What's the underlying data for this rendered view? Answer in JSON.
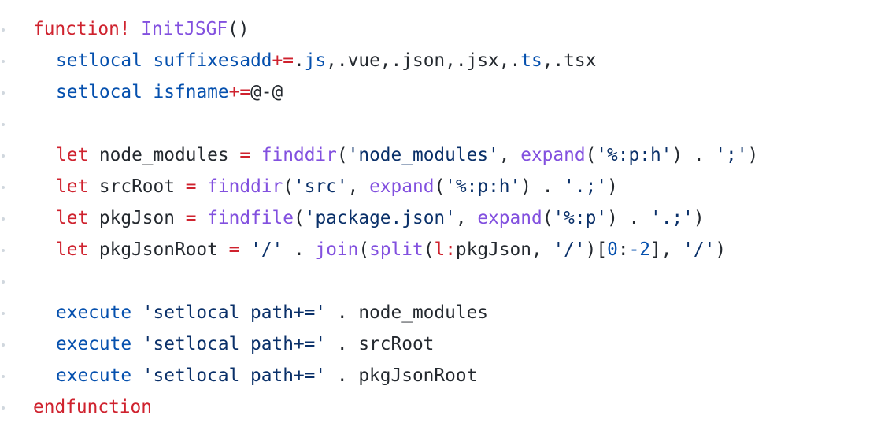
{
  "colors": {
    "background": "#ffffff",
    "keyword": "#cf222e",
    "function_name": "#8250df",
    "builtin": "#0550ae",
    "string": "#0a3069",
    "text": "#24292f"
  },
  "code": {
    "line1": {
      "kw": "function!",
      "sp": " ",
      "name": "InitJSGF",
      "rest": "()"
    },
    "line2": {
      "cmd": "setlocal",
      "sp1": " ",
      "opt": "suffixesadd",
      "op": "+=",
      "t1": ".",
      "js": "js",
      "t2": ",.vue,.json,.jsx,.",
      "ts": "ts",
      "t3": ",.tsx"
    },
    "line3": {
      "cmd": "setlocal",
      "sp1": " ",
      "opt": "isfname",
      "op": "+=",
      "val": "@-@"
    },
    "line4": {
      "let": "let",
      "a": " node_modules ",
      "eq": "=",
      "b": " ",
      "f1": "finddir",
      "c": "(",
      "s1": "'node_modules'",
      "d": ", ",
      "f2": "expand",
      "e": "(",
      "s2": "'%:p:h'",
      "g": ") . ",
      "s3": "';'",
      "h": ")"
    },
    "line5": {
      "let": "let",
      "a": " srcRoot ",
      "eq": "=",
      "b": " ",
      "f1": "finddir",
      "c": "(",
      "s1": "'src'",
      "d": ", ",
      "f2": "expand",
      "e": "(",
      "s2": "'%:p:h'",
      "g": ") . ",
      "s3": "'.;'",
      "h": ")"
    },
    "line6": {
      "let": "let",
      "a": " pkgJson ",
      "eq": "=",
      "b": " ",
      "f1": "findfile",
      "c": "(",
      "s1": "'package.json'",
      "d": ", ",
      "f2": "expand",
      "e": "(",
      "s2": "'%:p'",
      "g": ") . ",
      "s3": "'.;'",
      "h": ")"
    },
    "line7": {
      "let": "let",
      "a": " pkgJsonRoot ",
      "eq": "=",
      "b": " ",
      "s1": "'/'",
      "c": " . ",
      "f1": "join",
      "d": "(",
      "f2": "split",
      "e": "(",
      "l": "l:",
      "g": "pkgJson, ",
      "s2": "'/'",
      "h": ")[",
      "n0": "0",
      "i": ":",
      "n2": "-2",
      "j": "], ",
      "s3": "'/'",
      "k": ")"
    },
    "line8": {
      "cmd": "execute",
      "sp": " ",
      "s": "'setlocal path+='",
      "rest": " . node_modules"
    },
    "line9": {
      "cmd": "execute",
      "sp": " ",
      "s": "'setlocal path+='",
      "rest": " . srcRoot"
    },
    "line10": {
      "cmd": "execute",
      "sp": " ",
      "s": "'setlocal path+='",
      "rest": " . pkgJsonRoot"
    },
    "line11": {
      "kw": "endfunction"
    }
  }
}
